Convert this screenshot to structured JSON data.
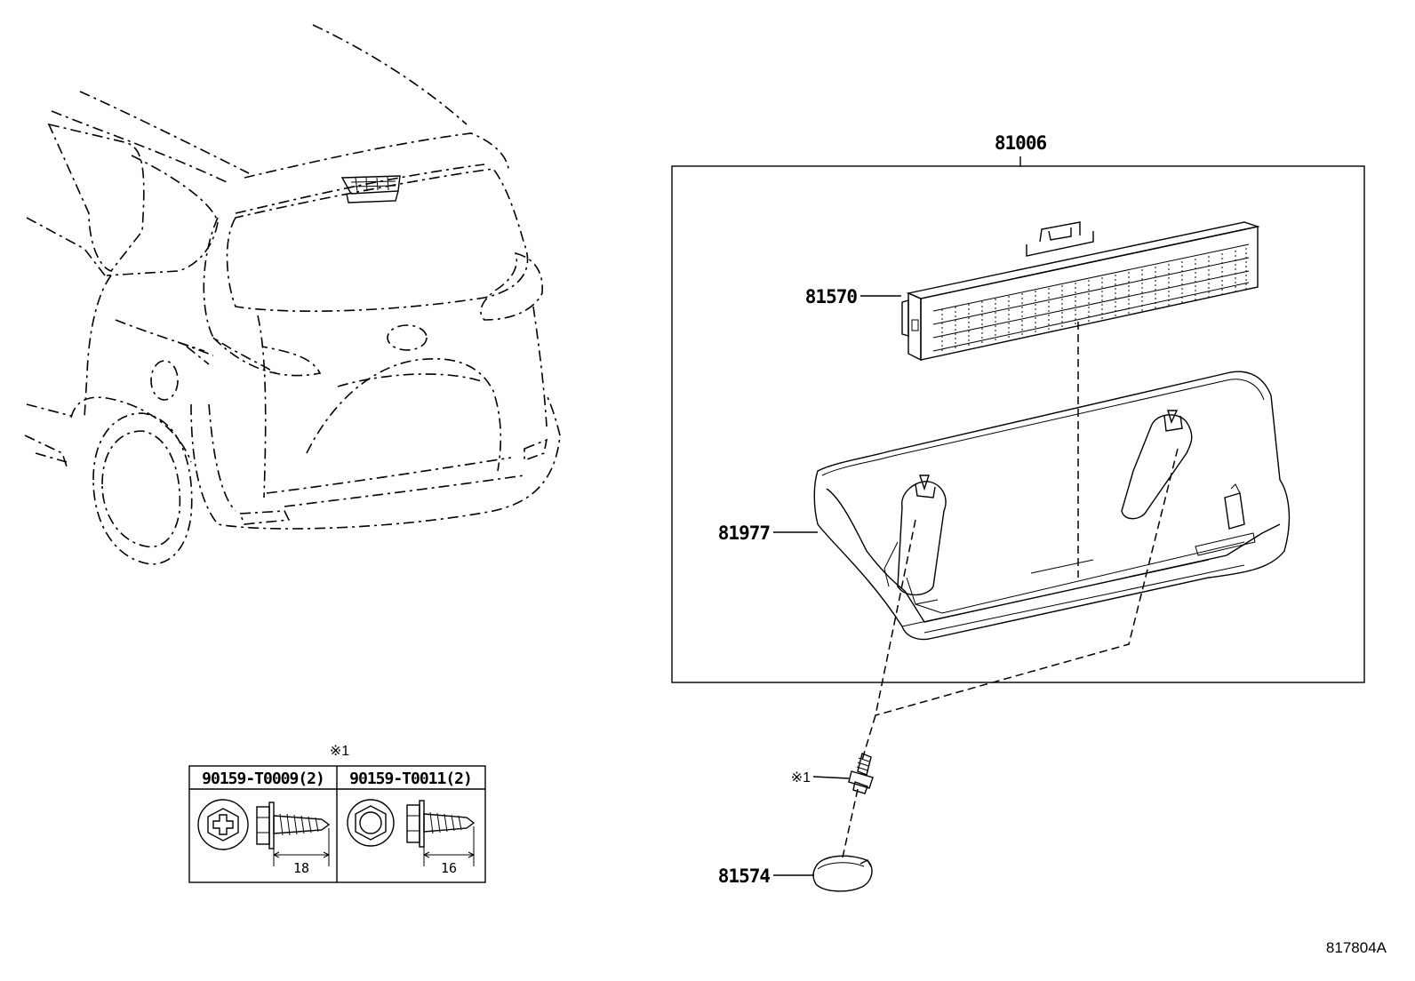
{
  "diagram": {
    "assembly_label": "81006",
    "parts": {
      "light_bar": "81570",
      "housing": "81977",
      "cap": "81574"
    },
    "screw_ref": "※1",
    "screw_callout": "※1",
    "fastener_table": {
      "ref": "※1",
      "columns": [
        {
          "part": "90159-T0009(2)",
          "length": "18"
        },
        {
          "part": "90159-T0011(2)",
          "length": "16"
        }
      ]
    },
    "figure_code": "817804A"
  }
}
